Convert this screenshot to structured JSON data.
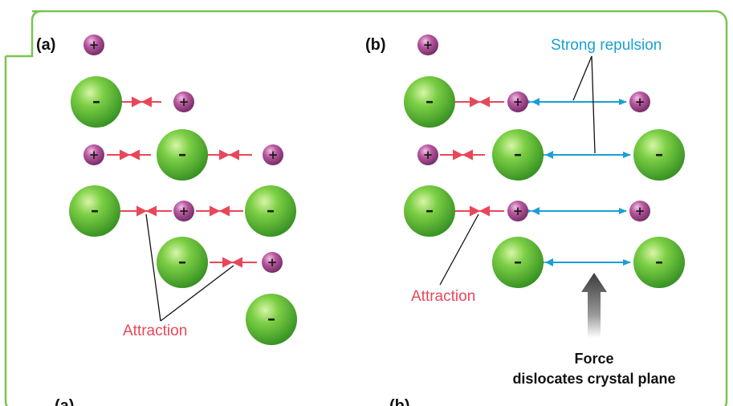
{
  "panels": [
    {
      "label": "(a)",
      "annotation": "Attraction"
    },
    {
      "label": "(b)",
      "annotation": "Attraction",
      "repulsion_label": "Strong repulsion"
    }
  ],
  "force_label_line1": "Force",
  "force_label_line2": "dislocates crystal plane",
  "cut_labels": [
    "(a)",
    "(b)"
  ],
  "ion_signs": {
    "cation": "+",
    "anion": "–"
  },
  "colors": {
    "frame_border": "#79c352",
    "cation": "#9b3f86",
    "anion": "#4fae2c",
    "attraction": "#e8475a",
    "repulsion": "#1a9fd4"
  }
}
